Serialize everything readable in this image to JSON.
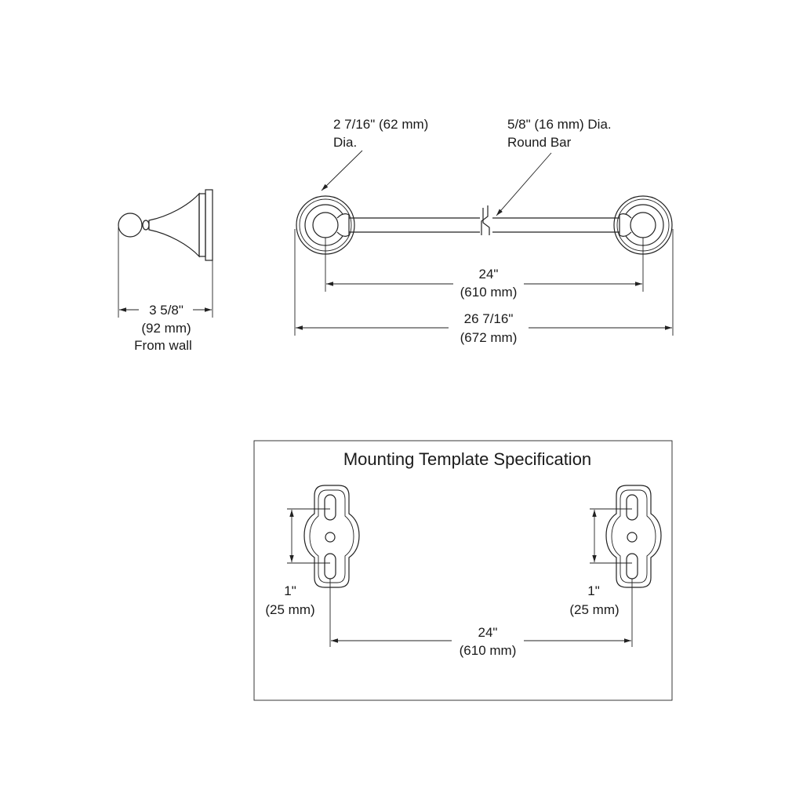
{
  "side_view": {
    "depth_in": "3 5/8\"",
    "depth_mm": "(92 mm)",
    "depth_note": "From wall"
  },
  "front_view": {
    "flange_dia_in": "2 7/16\" (62 mm)",
    "flange_dia_label": "Dia.",
    "bar_dia": "5/8\" (16 mm) Dia.",
    "bar_type": "Round Bar",
    "center_in": "24\"",
    "center_mm": "(610 mm)",
    "overall_in": "26 7/16\"",
    "overall_mm": "(672 mm)"
  },
  "template": {
    "title": "Mounting Template Specification",
    "left_slot_in": "1\"",
    "left_slot_mm": "(25 mm)",
    "right_slot_in": "1\"",
    "right_slot_mm": "(25 mm)",
    "center_in": "24\"",
    "center_mm": "(610 mm)"
  }
}
